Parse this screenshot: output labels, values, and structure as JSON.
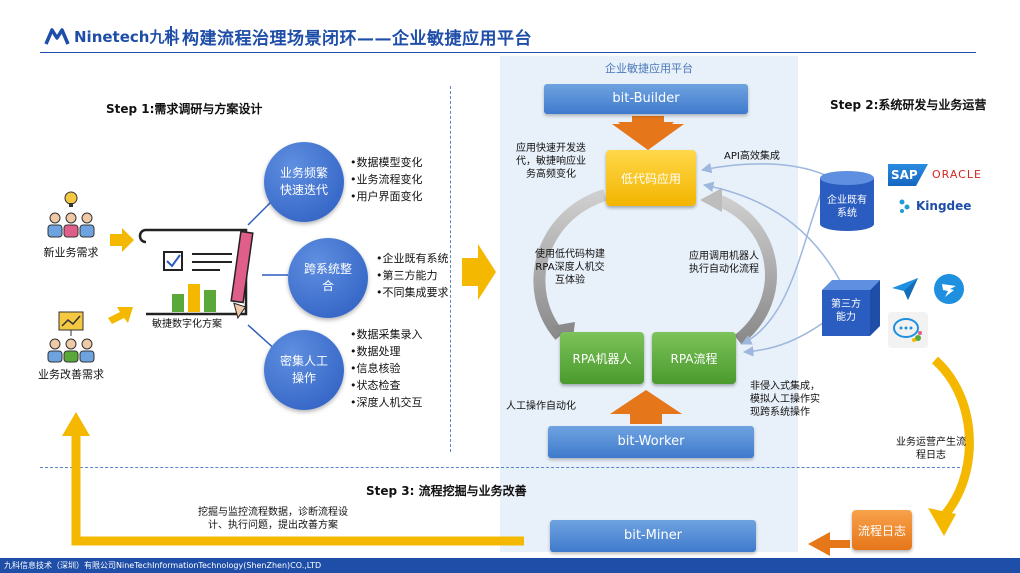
{
  "header": {
    "logo_text": "Ninetech九科",
    "title": "构建流程治理场景闭环——企业敏捷应用平台"
  },
  "platform": {
    "label": "企业敏捷应用平台",
    "bit_builder": "bit-Builder",
    "bit_worker": "bit-Worker",
    "bit_miner": "bit-Miner",
    "low_code": "低代码应用",
    "rpa_robot": "RPA机器人",
    "rpa_flow": "RPA流程",
    "note_fast_dev": [
      "应用快速开发迭",
      "代，敏捷响应业",
      "务高频变化"
    ],
    "note_lowcode_build": [
      "使用低代码构建",
      "RPA深度人机交",
      "互体验"
    ],
    "note_app_call": [
      "应用调用机器人",
      "执行自动化流程"
    ],
    "note_manual": "人工操作自动化",
    "api_label": "API高效集成",
    "non_invasive": [
      "非侵入式集成，",
      "模拟人工操作实",
      "现跨系统操作"
    ]
  },
  "step1": {
    "title": "Step 1:需求调研与方案设计",
    "circle1": [
      "业务频繁",
      "快速迭代"
    ],
    "circle2": [
      "跨系统整",
      "合"
    ],
    "circle3": [
      "密集人工",
      "操作"
    ],
    "bullets1": [
      "•数据模型变化",
      "•业务流程变化",
      "•用户界面变化"
    ],
    "bullets2": [
      "•企业既有系统",
      "•第三方能力",
      "•不同集成要求"
    ],
    "bullets3": [
      "•数据采集录入",
      "•数据处理",
      "•信息核验",
      "•状态检查",
      "•深度人机交互"
    ],
    "plan_label": "敏捷数字化方案",
    "new_demand": "新业务需求",
    "improve_demand": "业务改善需求"
  },
  "step2": {
    "title": "Step 2:系统研发与业务运营",
    "existing_system": [
      "企业既有",
      "系统"
    ],
    "third_party": [
      "第三方",
      "能力"
    ],
    "brand_sap": "SAP",
    "brand_oracle": "ORACLE",
    "brand_kingdee": "Kingdee",
    "ops_log": [
      "业务运营产生流",
      "程日志"
    ],
    "flow_log": "流程日志"
  },
  "step3": {
    "title": "Step 3: 流程挖掘与业务改善",
    "miner_note": [
      "挖掘与监控流程数据，诊断流程设",
      "计、执行问题，提出改善方案"
    ]
  },
  "footer": {
    "company": "九科信息技术（深圳）有限公司NineTechInformationTechnology(ShenZhen)CO.,LTD"
  },
  "colors": {
    "brand_blue": "#1f4ea8",
    "arrow_orange": "#e6761a",
    "arrow_yellow": "#f5b800",
    "green": "#5aa83a"
  }
}
